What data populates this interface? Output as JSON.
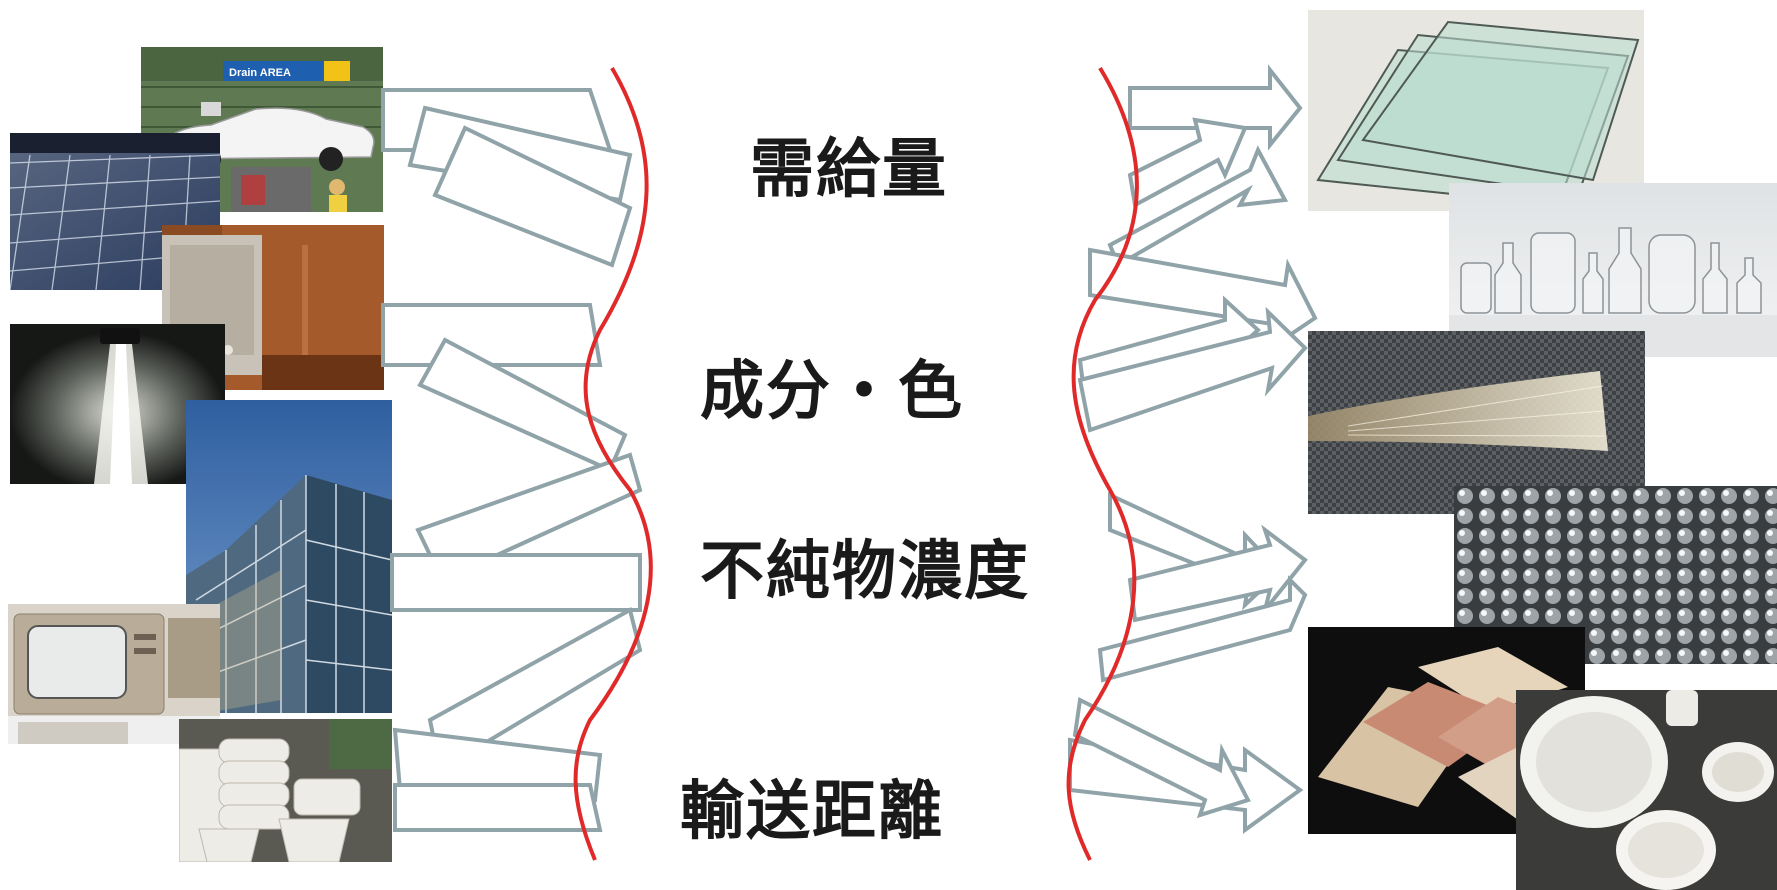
{
  "factors": {
    "f1": "需給量",
    "f2": "成分・色",
    "f3": "不純物濃度",
    "f4": "輸送距離"
  },
  "source_photos": {
    "car": {
      "sign_text": "Drain AREA",
      "icon": "car-recycling-photo"
    },
    "solar": {
      "icon": "solar-panel-photo"
    },
    "cabinet": {
      "icon": "appliance-cabinet-photo"
    },
    "tube": {
      "icon": "fluorescent-tube-photo"
    },
    "building": {
      "icon": "glass-building-photo"
    },
    "tv": {
      "icon": "crt-television-photo"
    },
    "pottery": {
      "icon": "stacked-bowls-photo"
    }
  },
  "product_photos": {
    "sheet_glass": {
      "icon": "flat-glass-sheets-photo"
    },
    "bottles": {
      "icon": "glass-bottles-jars-photo"
    },
    "fiber": {
      "icon": "glass-fiber-photo"
    },
    "beads": {
      "icon": "glass-beads-photo"
    },
    "tiles": {
      "icon": "ceramic-tiles-photo"
    },
    "dishes": {
      "icon": "ceramic-dishes-photo"
    }
  },
  "colors": {
    "arrow": "#8fa3a8",
    "curve": "#e02a2a",
    "text": "#1a1a1a"
  }
}
